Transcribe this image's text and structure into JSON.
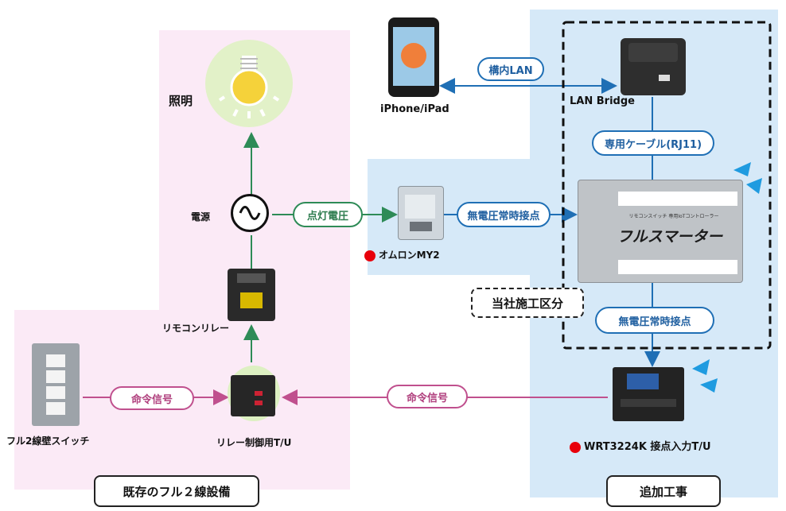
{
  "zones": {
    "existing_label": "既存のフル２線設備",
    "addition_label": "追加工事",
    "company_scope_label": "当社施工区分"
  },
  "nodes": {
    "lighting": "照明",
    "power": "電源",
    "remote_relay": "リモコンリレー",
    "relay_control": "リレー制御用T/U",
    "wall_switch": "フル2線壁スイッチ",
    "omron": "オムロンMY2",
    "iphone": "iPhone/iPad",
    "lan_bridge": "LAN Bridge",
    "fullsmarter": "フルスマーター",
    "fullsmarter_sub": "リモコンスイッチ 専用IoTコントローラー",
    "wrt": "WRT3224K 接点入力T/U"
  },
  "connections": {
    "lighting_voltage": "点灯電圧",
    "dry_contact_1": "無電圧常時接点",
    "dry_contact_2": "無電圧常時接点",
    "lan": "構内LAN",
    "cable": "専用ケーブル(RJ11)",
    "command_left": "命令信号",
    "command_right": "命令信号"
  },
  "colors": {
    "blue": "#1f6fb5",
    "green": "#2e8b57",
    "pink": "#c0508e",
    "red": "#e8000b"
  }
}
